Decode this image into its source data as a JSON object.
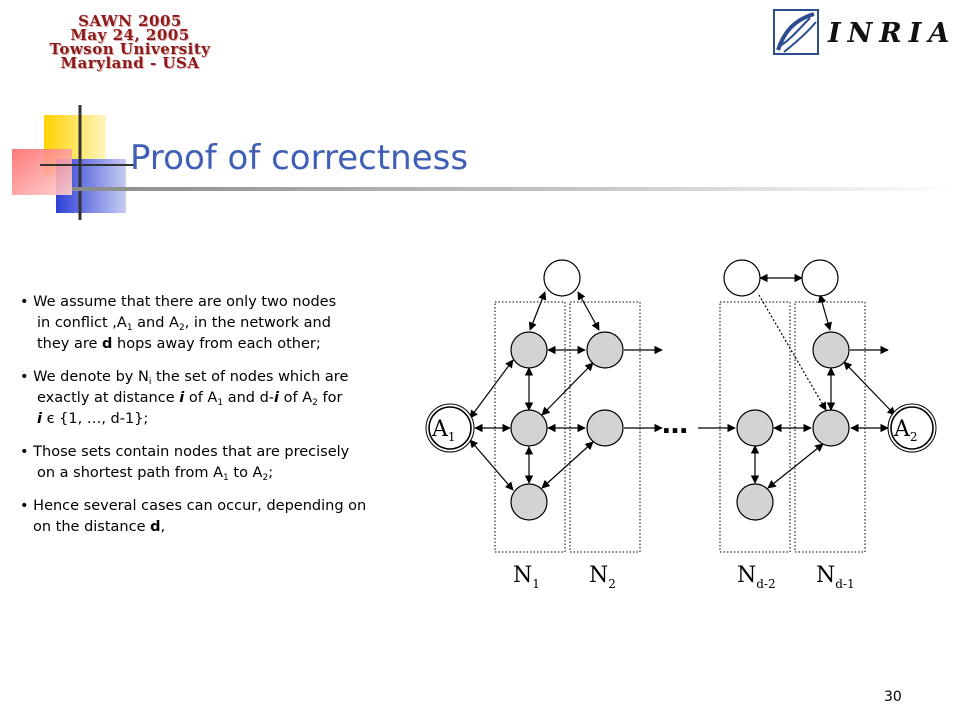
{
  "header": {
    "conference_lines": [
      "SAWN 2005",
      "May 24, 2005",
      "Towson University",
      "Maryland - USA"
    ],
    "logo_text": "INRIA"
  },
  "slide": {
    "title": "Proof of correctness",
    "page_number": "30"
  },
  "bullets": [
    {
      "lines": [
        {
          "text": "We assume that there are only two nodes"
        },
        {
          "text": "in conflict ,A1 and A2, in the network and"
        },
        {
          "text": "they are d hops away from each other;"
        }
      ]
    },
    {
      "lines": [
        {
          "text": "We denote by Ni the set of nodes which are"
        },
        {
          "text": "exactly at distance i of A1 and d-i of A2 for"
        },
        {
          "text": "i є {1, …, d-1};"
        }
      ]
    },
    {
      "lines": [
        {
          "text": "Those sets contain nodes that are precisely"
        },
        {
          "text": "on a shortest path from A1 to A2;"
        }
      ]
    },
    {
      "lines": [
        {
          "text": "Hence several cases can occur, depending on"
        },
        {
          "text": "on the distance d,"
        }
      ]
    }
  ],
  "diagram": {
    "endpoints": [
      {
        "base": "A",
        "sub": "1"
      },
      {
        "base": "A",
        "sub": "2"
      }
    ],
    "set_labels": [
      {
        "base": "N",
        "sub": "1"
      },
      {
        "base": "N",
        "sub": "2"
      },
      {
        "base": "N",
        "sub": "d-2"
      },
      {
        "base": "N",
        "sub": "d-1"
      }
    ],
    "ellipsis": "…",
    "colors": {
      "node_fill": "#d3d3d3",
      "outer_node_fill": "#ffffff",
      "stroke": "#000000"
    }
  }
}
